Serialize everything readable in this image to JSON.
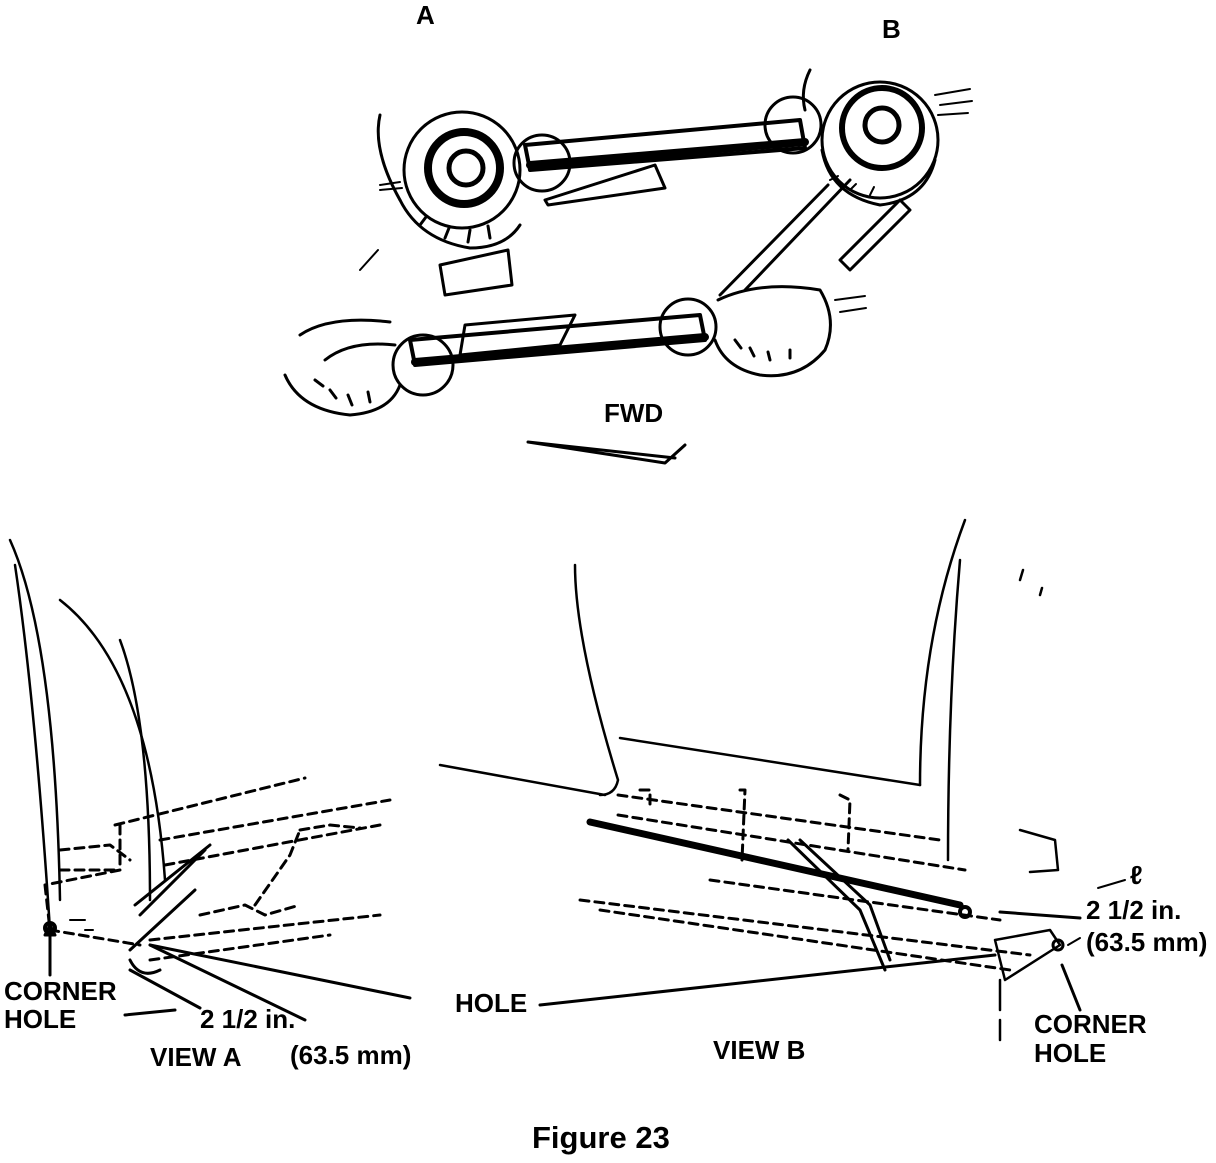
{
  "figure": {
    "caption": "Figure 23",
    "callout_a": "A",
    "callout_b": "B",
    "fwd": "FWD",
    "view_a": {
      "title": "VIEW A",
      "corner_line1": "CORNER",
      "corner_line2": "HOLE",
      "dim_in": "2 1/2 in.",
      "dim_mm": "(63.5 mm)"
    },
    "view_b": {
      "title": "VIEW B",
      "corner_line1": "CORNER",
      "corner_line2": "HOLE",
      "dim_in": "2 1/2 in.",
      "dim_mm": "(63.5 mm)",
      "centerline": "ℓ"
    },
    "hole": "HOLE"
  }
}
